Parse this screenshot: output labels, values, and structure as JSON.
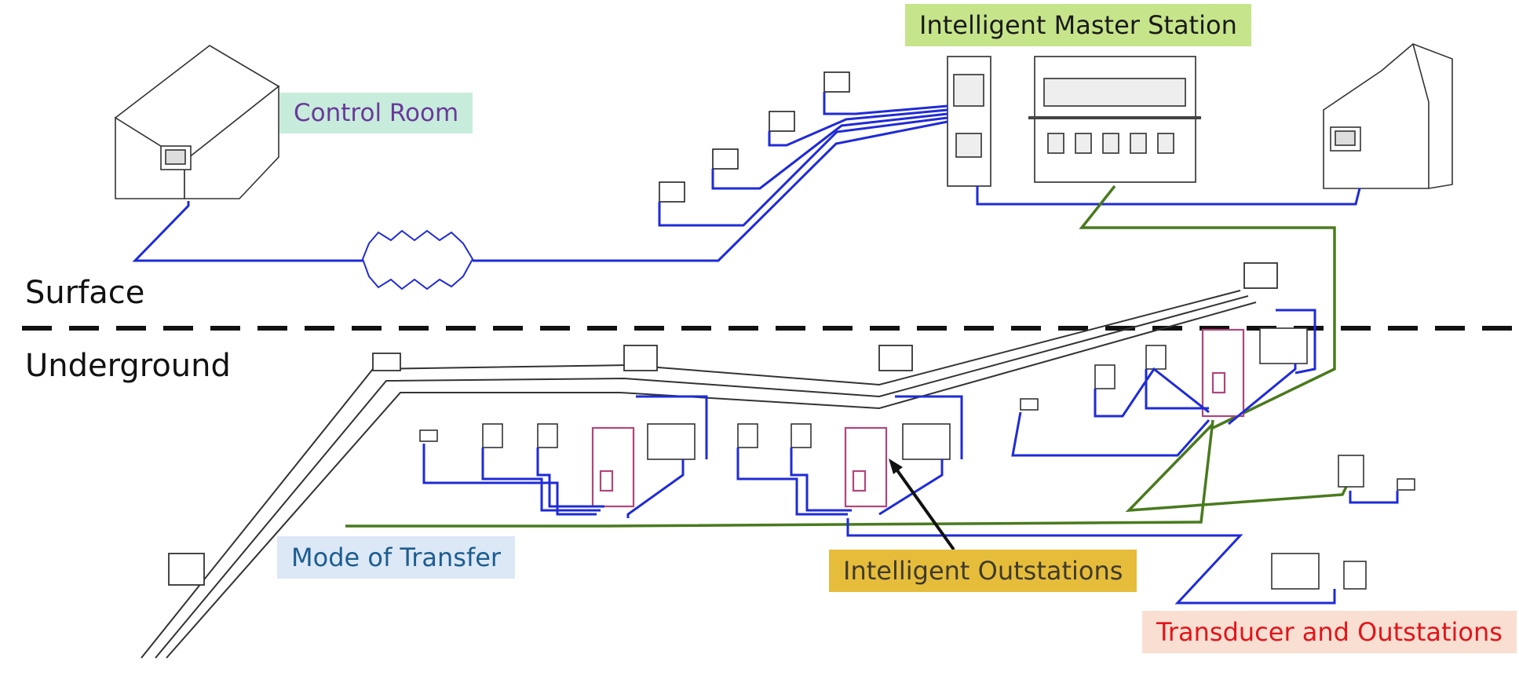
{
  "labels": {
    "control_room": "Control Room",
    "master_station": "Intelligent Master Station",
    "mode_of_transfer": "Mode of Transfer",
    "intelligent_outstations": "Intelligent Outstations",
    "transducer_outstations": "Transducer and Outstations",
    "surface": "Surface",
    "underground": "Underground"
  },
  "colors": {
    "network_line": "#1f2bd6",
    "trunk_line": "#4a7a1e",
    "outstation_cabinet": "#b0467a",
    "boundary_line": "#111111"
  }
}
